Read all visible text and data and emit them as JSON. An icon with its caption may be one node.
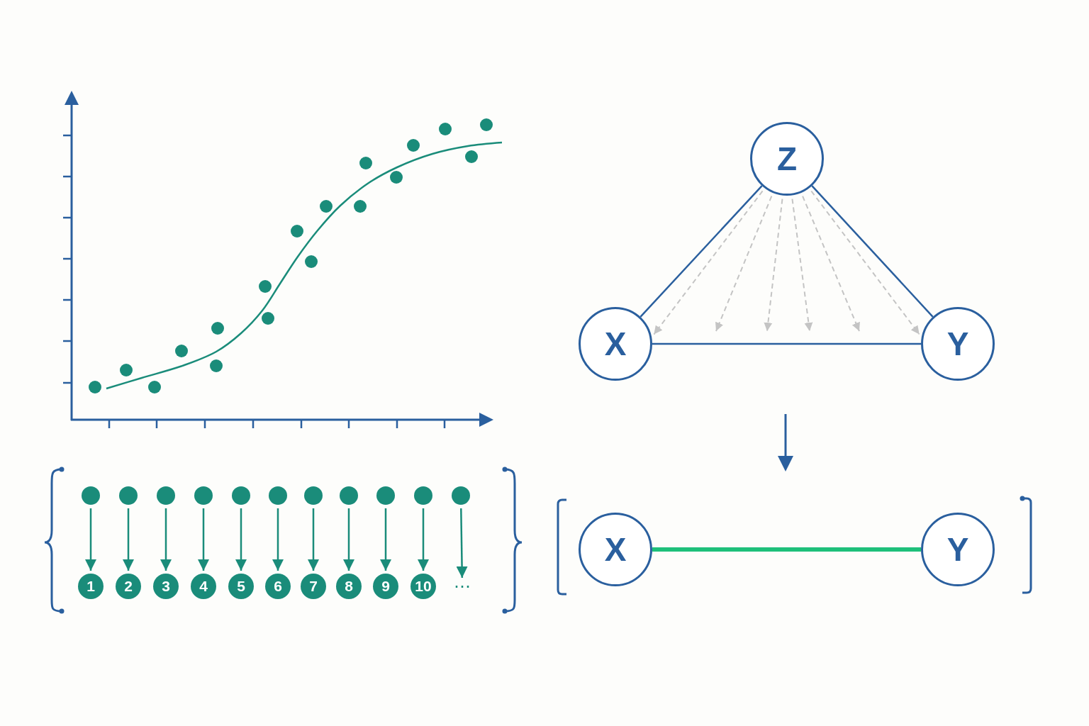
{
  "diagram": {
    "nodes": [
      {
        "text": [
          "Z"
        ]
      },
      {
        "text": [
          "X"
        ]
      },
      {
        "text": [
          "Y"
        ]
      },
      {
        "text": [],
        "shape": "circle"
      },
      {
        "text": [],
        "shape": "circle"
      },
      {
        "text": [],
        "shape": "circle"
      },
      {
        "text": [],
        "shape": "circle"
      },
      {
        "text": [],
        "shape": "circle"
      },
      {
        "text": [],
        "shape": "circle"
      },
      {
        "text": [],
        "shape": "circle"
      },
      {
        "text": [],
        "shape": "circle"
      },
      {
        "text": [],
        "shape": "circle"
      },
      {
        "text": [],
        "shape": "circle"
      },
      {
        "text": [],
        "shape": "circle"
      },
      {
        "text": [
          "1"
        ]
      },
      {
        "text": [
          "2"
        ]
      },
      {
        "text": [
          "3"
        ]
      },
      {
        "text": [
          "4"
        ]
      },
      {
        "text": [
          "5"
        ]
      },
      {
        "text": [
          "6"
        ]
      },
      {
        "text": [
          "7"
        ]
      },
      {
        "text": [
          "8"
        ]
      },
      {
        "text": [
          "9"
        ]
      },
      {
        "text": [
          "10"
        ]
      },
      {
        "text": [
          "⋯"
        ]
      },
      {
        "text": [
          "X"
        ]
      },
      {
        "text": [
          "Y"
        ]
      }
    ],
    "edges": [
      {
        "from": 3,
        "to": 14,
        "arrow": "to"
      },
      {
        "from": 4,
        "to": 15,
        "arrow": "to"
      },
      {
        "from": 5,
        "to": 16,
        "arrow": "to"
      },
      {
        "from": 6,
        "to": 17,
        "arrow": "to"
      },
      {
        "from": 7,
        "to": 18,
        "arrow": "to"
      },
      {
        "from": 8,
        "to": 19,
        "arrow": "to"
      },
      {
        "from": 9,
        "to": 20,
        "arrow": "to"
      },
      {
        "from": 10,
        "to": 21,
        "arrow": "to"
      },
      {
        "from": 11,
        "to": 22,
        "arrow": "to"
      },
      {
        "from": 12,
        "to": 23,
        "arrow": "to"
      },
      {
        "from": 13,
        "to": 24,
        "arrow": "to"
      },
      {
        "from": 0,
        "to": 1,
        "arrow": "none",
        "color": "#2a5f9e"
      },
      {
        "from": 0,
        "to": 2,
        "arrow": "none",
        "color": "#2a5f9e"
      },
      {
        "from": 1,
        "to": 2,
        "arrow": "none",
        "color": "#2a5f9e"
      },
      {
        "from": 0,
        "to": 1,
        "arrow": "to",
        "style": "dashed",
        "color": "#c4c4c4"
      },
      {
        "from": 0,
        "to": null,
        "arrow": "to",
        "style": "dashed",
        "color": "#c4c4c4"
      },
      {
        "from": 0,
        "to": null,
        "arrow": "to",
        "style": "dashed",
        "color": "#c4c4c4"
      },
      {
        "from": 0,
        "to": null,
        "arrow": "to",
        "style": "dashed",
        "color": "#c4c4c4"
      },
      {
        "from": 0,
        "to": null,
        "arrow": "to",
        "style": "dashed",
        "color": "#c4c4c4"
      },
      {
        "from": 0,
        "to": 2,
        "arrow": "to",
        "style": "dashed",
        "color": "#c4c4c4"
      },
      {
        "from": 25,
        "to": 26,
        "arrow": "none",
        "style": "thick",
        "color": "#1ec07a"
      }
    ]
  }
}
